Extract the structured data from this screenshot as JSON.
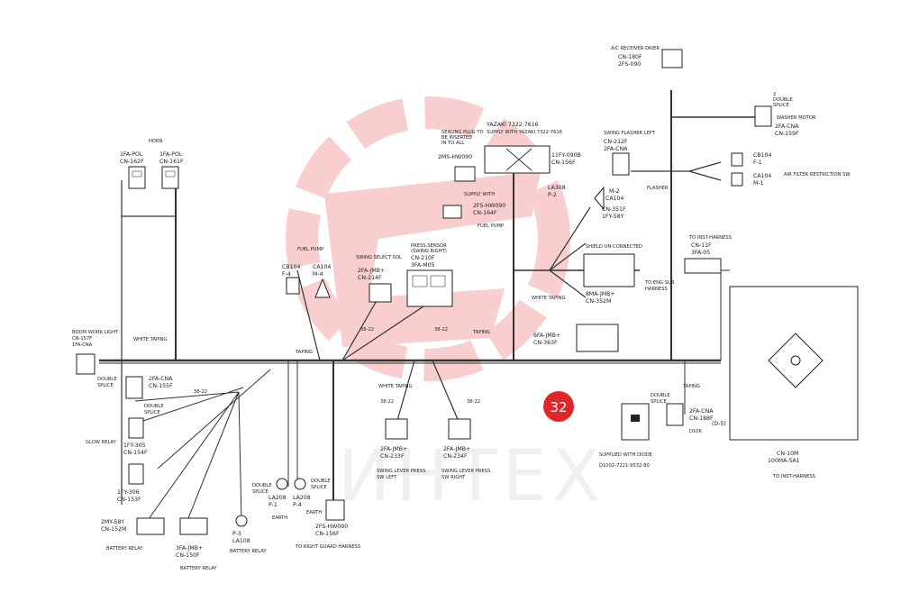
{
  "watermark": {
    "text": "ИНТЕХ"
  },
  "badge": {
    "number": "32",
    "color": "#e0262b"
  },
  "colors": {
    "wire": "#333333",
    "watermark_red": "#e0262b",
    "watermark_grey": "#bdbdbd"
  },
  "labels": {
    "horn": "HORN",
    "horn_left": [
      "1FA-POL",
      "CN-162F"
    ],
    "horn_right": [
      "1FA-POL",
      "CN-161F"
    ],
    "boom_light": [
      "BOOM WORK LIGHT",
      "CN-157F",
      "1FA-CNA"
    ],
    "white_taping_left": "WHITE TAPING",
    "double_splice_1": [
      "DOUBLE",
      "SPLICE"
    ],
    "cn155f": [
      "2FA-CNA",
      "CN-155F"
    ],
    "double_splice_2": [
      "DOUBLE",
      "SPLICE"
    ],
    "glow_relay": "GLOW RELAY",
    "cn154f": [
      "1FY-305",
      "CN-154F"
    ],
    "cn153f": [
      "1FY-306",
      "CN-153F"
    ],
    "battery_relay_1": [
      "2MY-58Y",
      "CN-152M"
    ],
    "battery_relay_caption_1": "BATTERY RELAY",
    "cn150f": [
      "3FA-JMB+",
      "CN-150F"
    ],
    "battery_relay_caption_2": "BATTERY RELAY",
    "la108": [
      "P-3",
      "LA108"
    ],
    "battery_relay_caption_3": "BATTERY RELAY",
    "la208_p1": [
      "LA208",
      "P-1"
    ],
    "earth_1": "EARTH",
    "double_splice_3": [
      "DOUBLE",
      "SPLICE"
    ],
    "la208_p4": [
      "LA208",
      "P-4"
    ],
    "earth_2": "EARTH",
    "double_splice_4": [
      "DOUBLE",
      "SPLICE"
    ],
    "cn156f": [
      "2FS-HW090",
      "CN-156F"
    ],
    "right_guard": "TO RIGHT GUARD HARNESS",
    "fuel_pump": "FUEL PUMP",
    "cb104_f4": [
      "CB104",
      "F-4"
    ],
    "ca104_m4": [
      "CA104",
      "M-4"
    ],
    "swing_select": [
      "SWING SELECT SOL",
      "2FA-JMB+",
      "CN-214F"
    ],
    "press_sensor": [
      "PRESS.SENSOR",
      "(SWING RIGHT)",
      "CN-210F",
      "3FA-M05"
    ],
    "taping_1": "TAPING",
    "taping_2": "TAPING",
    "white_taping_mid": "WHITE TAPING",
    "cn233f": [
      "2FA-JMB+",
      "CN-233F"
    ],
    "swing_lever_left": [
      "SWING LEVER PRESS.",
      "SW LEFT"
    ],
    "cn234f": [
      "2FA-JMB+",
      "CN-234F"
    ],
    "swing_lever_right": [
      "SWING LEVER PRESS.",
      "SW RIGHT"
    ],
    "yazaki": [
      "YAZAKI 7322-7616",
      "SUPPLY WITH YAZAKI 7322-7616"
    ],
    "sealing_plug": [
      "SEALING PLUG TO",
      "BE INSERTED",
      "IN TO ALL"
    ],
    "hw090_2ms": "2MS-HW090",
    "cn156f_top": [
      "11FY-090B",
      "CN-156F"
    ],
    "supply_with": "SUPPLY WITH",
    "la308": [
      "LA308",
      "P-2"
    ],
    "cn164f": [
      "2FS-HW090",
      "CN-164F"
    ],
    "fuel_pump_2": "FUEL PUMP",
    "m2_ca104": [
      "M-2",
      "CA104"
    ],
    "cn351f": [
      "CN-351F",
      "1FY-58Y"
    ],
    "shield_unconnected": "SHIELD UN-CONNECTED",
    "white_taping_right": "WHITE TAPING",
    "cn352m": [
      "8MA-JMB+",
      "CN-352M"
    ],
    "cn363f": [
      "6FA-JMB+",
      "CN-363F"
    ],
    "to_eng_sub": [
      "TO ENG SUB",
      "HARNESS"
    ],
    "ac_receiver": [
      "A/C RECEIVER DRIER",
      "CN-180F",
      "2FS-090"
    ],
    "double_splice_5": [
      "2",
      "DOUBLE",
      "SPLICE"
    ],
    "washer_motor": [
      "WASHER MOTOR",
      "2FA-CNA",
      "CN-159F"
    ],
    "swing_flasher": [
      "SWING FLASHER LEFT",
      "CN-212F",
      "2FA-CNA"
    ],
    "cb104_f1": [
      "CB104",
      "F-1"
    ],
    "ca104_m1": [
      "CA104",
      "M-1"
    ],
    "air_filter": "AIR FILTER RESTRICTION SW",
    "flasher_tag": "FLASHER",
    "to_inst_1": [
      "TO INST-HARNESS",
      "CN-11F",
      "3FA-05"
    ],
    "double_splice_6": [
      "DOUBLE",
      "SPLICE"
    ],
    "cn188f": [
      "2FA-CNA",
      "CN-188F"
    ],
    "d106": "D106",
    "d5": "(D-5)",
    "taping_right": "TAPING",
    "supplied_diode": [
      "SUPPLIED WITH DIODE",
      "D1002-7221-9532-80"
    ],
    "cn10m": [
      "CN-10M",
      "100MA-5A1"
    ],
    "to_inst_2": "TO INST-HARNESS",
    "tags": [
      "38-22",
      "38-22",
      "38-22",
      "38-22",
      "38-22"
    ]
  }
}
